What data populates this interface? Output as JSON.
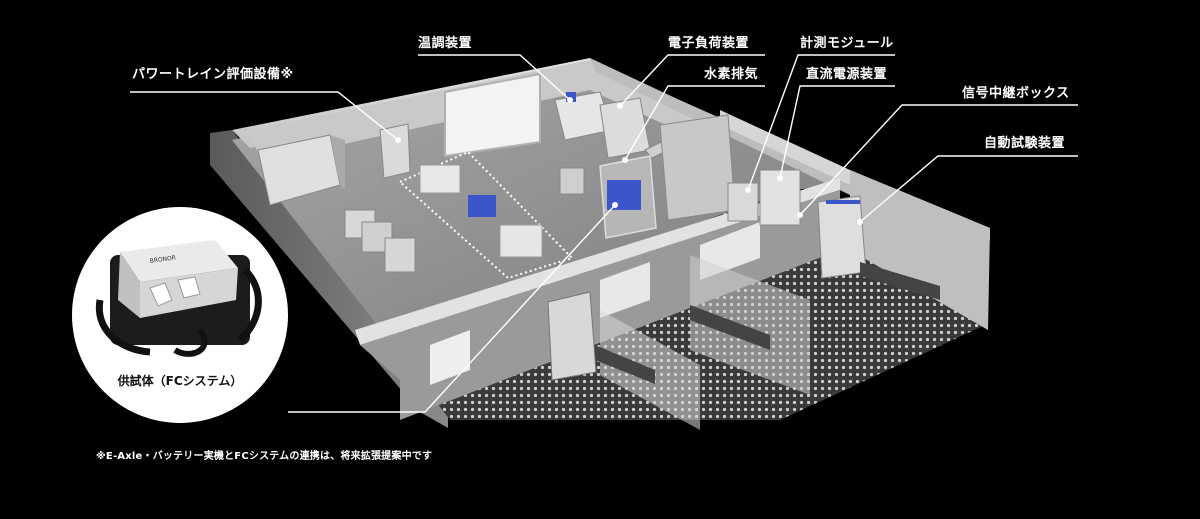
{
  "labels": {
    "temperature_control": "温調装置",
    "electronic_load": "電子負荷装置",
    "measurement_module": "計測モジュール",
    "powertrain": "パワートレイン評価設備※",
    "hydrogen_exhaust": "水素排気",
    "dc_power_supply": "直流電源装置",
    "signal_relay_box": "信号中継ボックス",
    "auto_test_equipment": "自動試験装置",
    "test_subject": "供試体（FCシステム）"
  },
  "engine_brand": "BRONOR",
  "footnote": "※E-Axle・バッテリー実機とFCシステムの連携は、将来拡張提案中です",
  "colors": {
    "background": "#000000",
    "label_text": "#ffffff",
    "leader_line": "#ffffff",
    "room_floor": "#8e8e8e",
    "room_wall": "#d2d2d2",
    "blue_equipment": "#3b56c9"
  }
}
